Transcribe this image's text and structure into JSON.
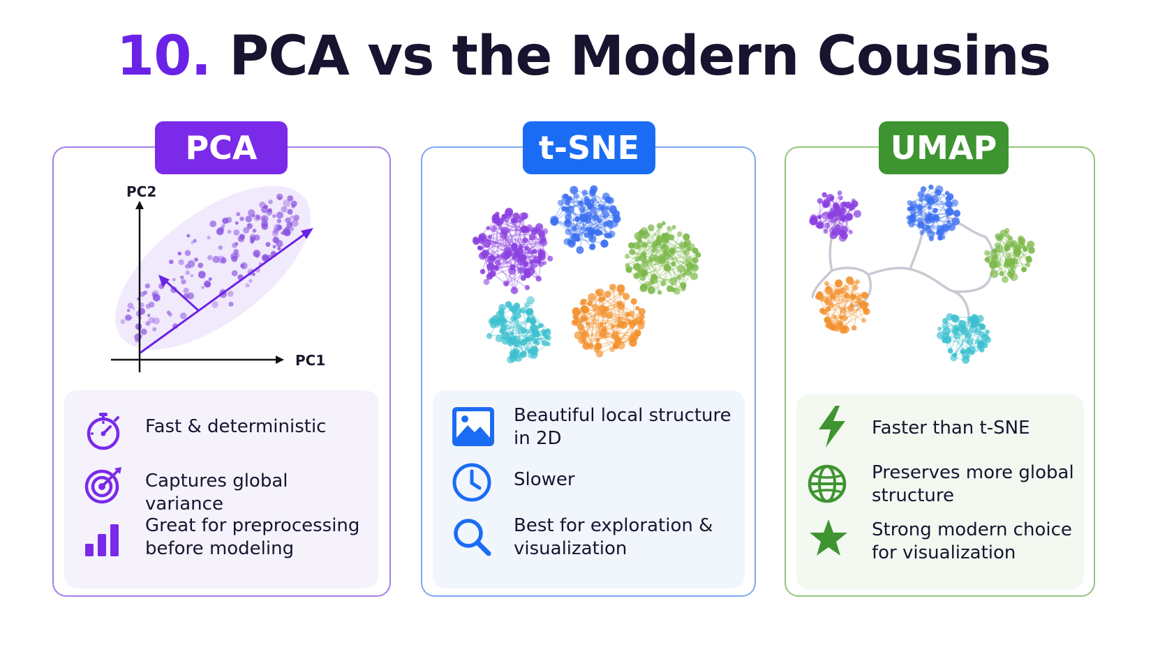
{
  "title": {
    "number": "10.",
    "text": "PCA vs the Modern Cousins"
  },
  "colors": {
    "pca": "#7a2ae8",
    "tsne": "#1b6cf4",
    "umap": "#3e9430",
    "cluster_purple": "#8a3fe0",
    "cluster_blue": "#3a6ff0",
    "cluster_green": "#7cb84a",
    "cluster_cyan": "#3cc0cf",
    "cluster_orange": "#f2922f"
  },
  "cards": [
    {
      "badge": "PCA",
      "axis_x": "PC1",
      "axis_y": "PC2",
      "items": [
        {
          "icon": "stopwatch-icon",
          "text": "Fast & deterministic"
        },
        {
          "icon": "target-icon",
          "text": "Captures global variance"
        },
        {
          "icon": "bar-chart-icon",
          "text": "Great for preprocessing before modeling"
        }
      ]
    },
    {
      "badge": "t-SNE",
      "items": [
        {
          "icon": "image-icon",
          "text": "Beautiful local structure in 2D"
        },
        {
          "icon": "clock-icon",
          "text": "Slower"
        },
        {
          "icon": "search-icon",
          "text": "Best for exploration & visualization"
        }
      ]
    },
    {
      "badge": "UMAP",
      "items": [
        {
          "icon": "lightning-icon",
          "text": "Faster than t-SNE"
        },
        {
          "icon": "globe-icon",
          "text": "Preserves more global structure"
        },
        {
          "icon": "star-icon",
          "text": "Strong modern choice for visualization"
        }
      ]
    }
  ]
}
